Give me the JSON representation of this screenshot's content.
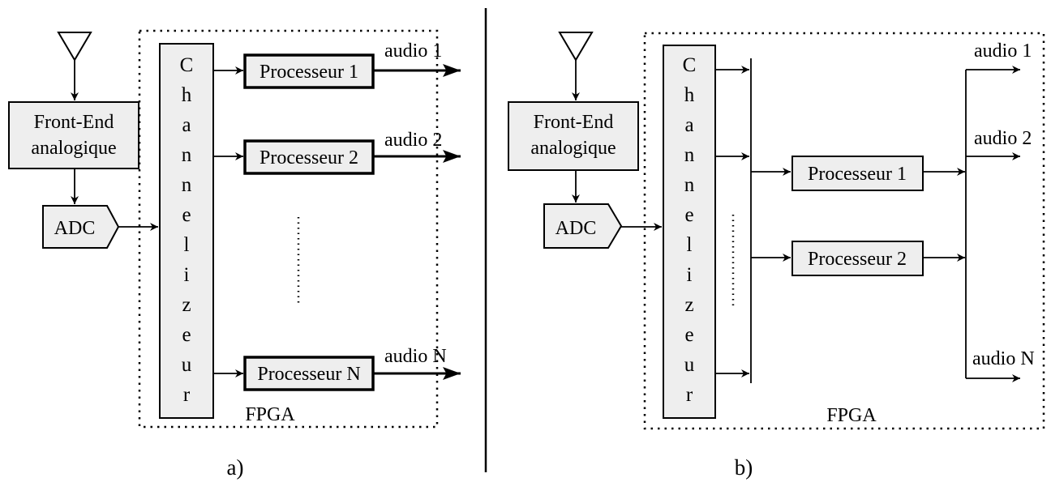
{
  "panel_a": {
    "caption": "a)",
    "front_end_line1": "Front-End",
    "front_end_line2": "analogique",
    "adc": "ADC",
    "channelizer_letters": [
      "C",
      "h",
      "a",
      "n",
      "n",
      "e",
      "l",
      "i",
      "z",
      "e",
      "u",
      "r"
    ],
    "processors": [
      "Processeur 1",
      "Processeur 2",
      "Processeur N"
    ],
    "outputs": [
      "audio 1",
      "audio 2",
      "audio N"
    ],
    "fpga": "FPGA"
  },
  "panel_b": {
    "caption": "b)",
    "front_end_line1": "Front-End",
    "front_end_line2": "analogique",
    "adc": "ADC",
    "channelizer_letters": [
      "C",
      "h",
      "a",
      "n",
      "n",
      "e",
      "l",
      "i",
      "z",
      "e",
      "u",
      "r"
    ],
    "processors": [
      "Processeur 1",
      "Processeur 2"
    ],
    "outputs": [
      "audio 1",
      "audio 2",
      "audio N"
    ],
    "fpga": "FPGA"
  }
}
